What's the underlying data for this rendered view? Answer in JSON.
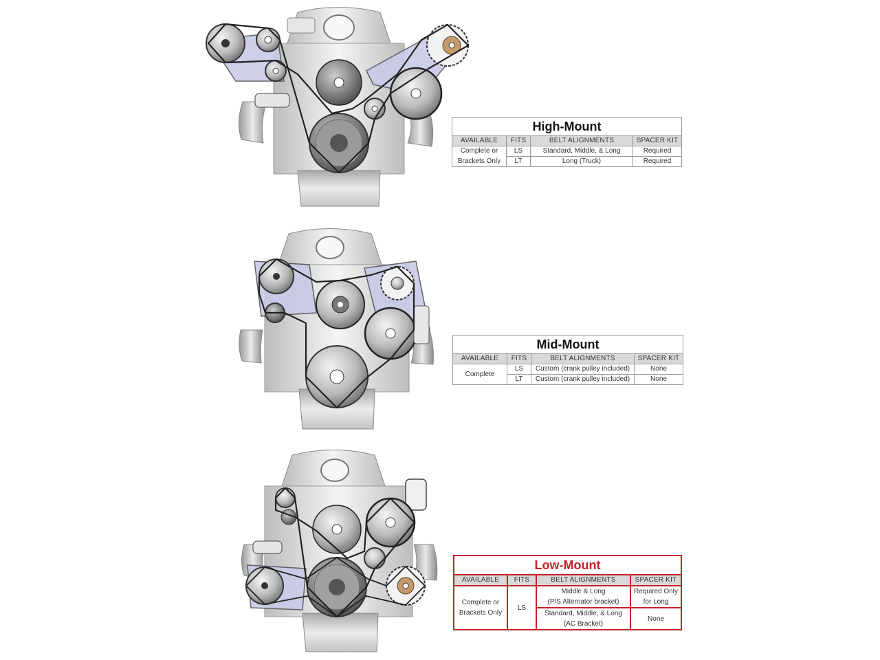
{
  "colors": {
    "table_border": "#9a9a9a",
    "table_header_bg": "#d9d9d9",
    "low_mount_accent": "#c8202a",
    "bracket_blue": "#c9cbe8",
    "alternator_pulley": "#c49a6c"
  },
  "tables": {
    "high": {
      "title": "High-Mount",
      "headers": [
        "AVAILABLE",
        "FITS",
        "BELT ALIGNMENTS",
        "SPACER KIT"
      ],
      "available": "Complete or Brackets Only",
      "available_line1": "Complete or",
      "available_line2": "Brackets Only",
      "rows": [
        {
          "fits": "LS",
          "belt": "Standard, Middle, & Long",
          "spacer": "Required"
        },
        {
          "fits": "LT",
          "belt": "Long (Truck)",
          "spacer": "Required"
        }
      ]
    },
    "mid": {
      "title": "Mid-Mount",
      "headers": [
        "AVAILABLE",
        "FITS",
        "BELT ALIGNMENTS",
        "SPACER KIT"
      ],
      "available": "Complete",
      "rows": [
        {
          "fits": "LS",
          "belt": "Custom (crank pulley included)",
          "spacer": "None"
        },
        {
          "fits": "LT",
          "belt": "Custom (crank pulley included)",
          "spacer": "None"
        }
      ]
    },
    "low": {
      "title": "Low-Mount",
      "headers": [
        "AVAILABLE",
        "FITS",
        "BELT ALIGNMENTS",
        "SPACER KIT"
      ],
      "available_line1": "Complete or",
      "available_line2": "Brackets Only",
      "fits": "LS",
      "rows": [
        {
          "belt_line1": "Middle & Long",
          "belt_line2": "(P/S Alternator bracket)",
          "spacer_line1": "Required Only",
          "spacer_line2": "for Long"
        },
        {
          "belt_line1": "Standard, Middle, & Long",
          "belt_line2": "(AC Bracket)",
          "spacer": "None"
        }
      ]
    }
  },
  "illustrations": [
    {
      "name": "high-mount-engine",
      "label": "High-Mount engine drive layout"
    },
    {
      "name": "mid-mount-engine",
      "label": "Mid-Mount engine drive layout"
    },
    {
      "name": "low-mount-engine",
      "label": "Low-Mount engine drive layout"
    }
  ]
}
